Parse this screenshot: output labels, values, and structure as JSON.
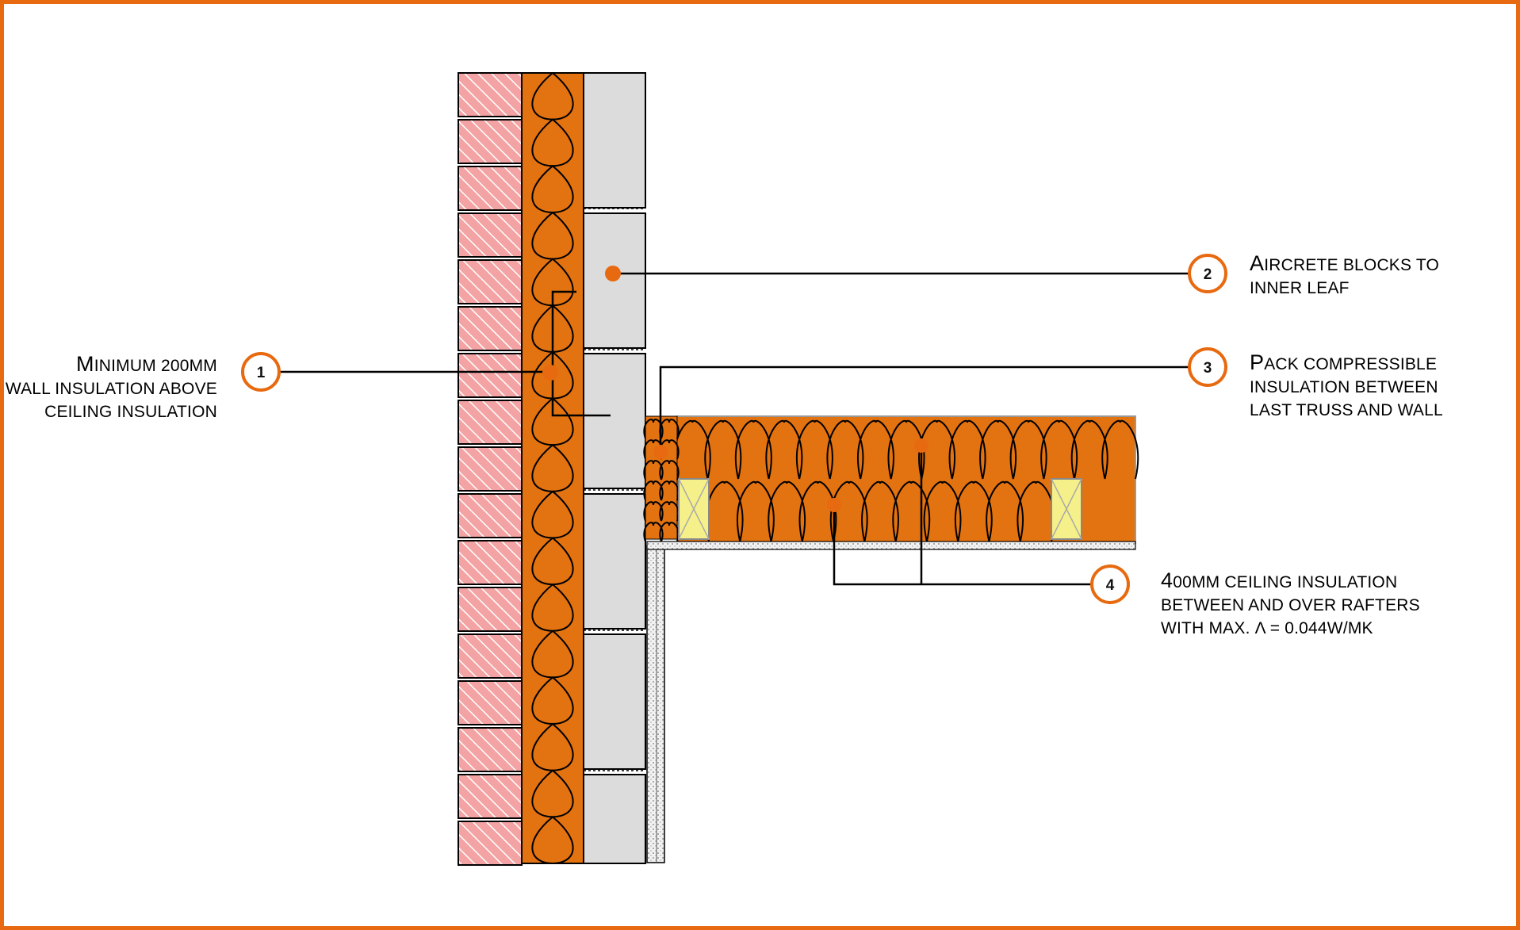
{
  "colors": {
    "frame": "#e86a10",
    "brick": "#f3a3a3",
    "brick_hatch": "#ffffff",
    "insulation": "#e37210",
    "block": "#dcdcdc",
    "timber": "#f5f08a",
    "callout": "#e86a10",
    "line": "#000000"
  },
  "callouts": [
    {
      "number": "1",
      "lines": [
        "Minimum 200mm",
        "wall insulation above",
        "ceiling insulation"
      ]
    },
    {
      "number": "2",
      "lines": [
        "Aircrete blocks to",
        "inner leaf"
      ]
    },
    {
      "number": "3",
      "lines": [
        "Pack compressible",
        "insulation between",
        "last truss and wall"
      ]
    },
    {
      "number": "4",
      "lines": [
        "400mm ceiling insulation",
        "between and over rafters",
        "with max. λ = 0.044W/mK"
      ]
    }
  ]
}
